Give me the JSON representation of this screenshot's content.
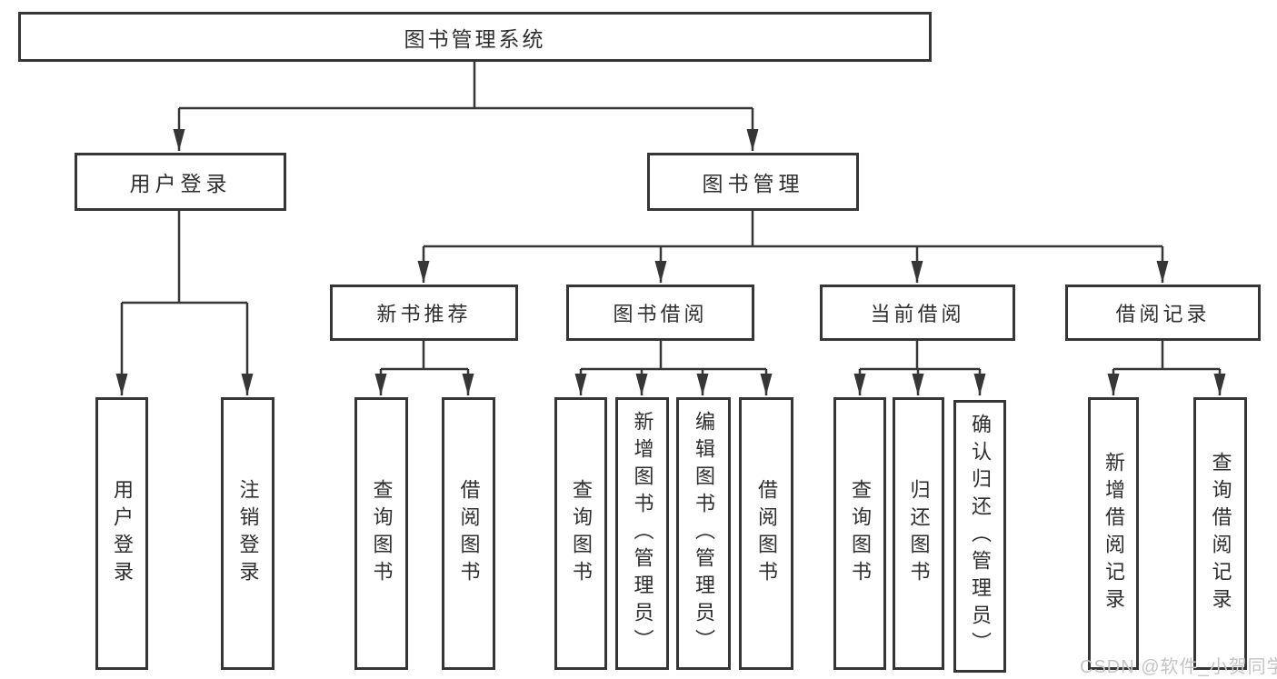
{
  "diagram": {
    "root": {
      "label": "图书管理系统"
    },
    "branches": [
      {
        "label": "用户登录",
        "children": [
          {
            "label": "用户登录"
          },
          {
            "label": "注销登录"
          }
        ]
      },
      {
        "label": "图书管理",
        "children": [
          {
            "label": "新书推荐",
            "children": [
              {
                "label": "查询图书"
              },
              {
                "label": "借阅图书"
              }
            ]
          },
          {
            "label": "图书借阅",
            "children": [
              {
                "label": "查询图书"
              },
              {
                "label": "新增图书（管理员）"
              },
              {
                "label": "编辑图书（管理员）"
              },
              {
                "label": "借阅图书"
              }
            ]
          },
          {
            "label": "当前借阅",
            "children": [
              {
                "label": "查询图书"
              },
              {
                "label": "归还图书"
              },
              {
                "label": "确认归还（管理员）"
              }
            ]
          },
          {
            "label": "借阅记录",
            "children": [
              {
                "label": "新增借阅记录"
              },
              {
                "label": "查询借阅记录"
              }
            ]
          }
        ]
      }
    ]
  },
  "watermark": {
    "text": "CSDN @软件_小贺同学"
  },
  "colors": {
    "line": "#363636",
    "box_border": "#363636",
    "box_fill": "#ffffff",
    "text": "#2e2e2e",
    "watermark": "#c4c4c4"
  }
}
